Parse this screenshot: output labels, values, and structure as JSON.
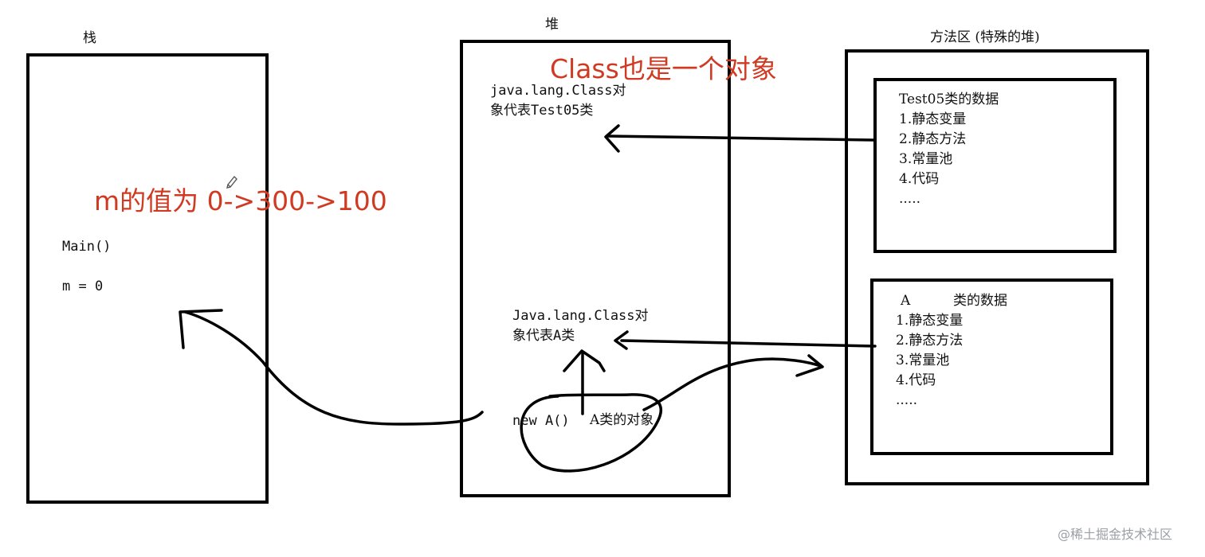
{
  "stack": {
    "title": "栈",
    "main_label": "Main()",
    "var_label": "m = 0",
    "note": "m的值为 0->300->100"
  },
  "heap": {
    "title": "堆",
    "note": "Class也是一个对象",
    "class_obj_test05": [
      "java.lang.Class对",
      "象代表Test05类"
    ],
    "class_obj_a": [
      "Java.lang.Class对",
      "象代表A类"
    ],
    "new_a": "new A()",
    "a_instance": "A类的对象"
  },
  "method_area": {
    "title": "方法区 (特殊的堆)",
    "test05": {
      "header": "Test05类的数据",
      "items": [
        "1.静态变量",
        "2.静态方法",
        "3.常量池",
        "4.代码",
        "....."
      ]
    },
    "a_class": {
      "header_a": "A",
      "header_rest": "类的数据",
      "items": [
        "1.静态变量",
        "2.静态方法",
        "3.常量池",
        "4.代码",
        "....."
      ]
    }
  },
  "watermark": "@稀土掘金技术社区",
  "colors": {
    "note_red": "#d03a22",
    "ink": "#000000"
  }
}
